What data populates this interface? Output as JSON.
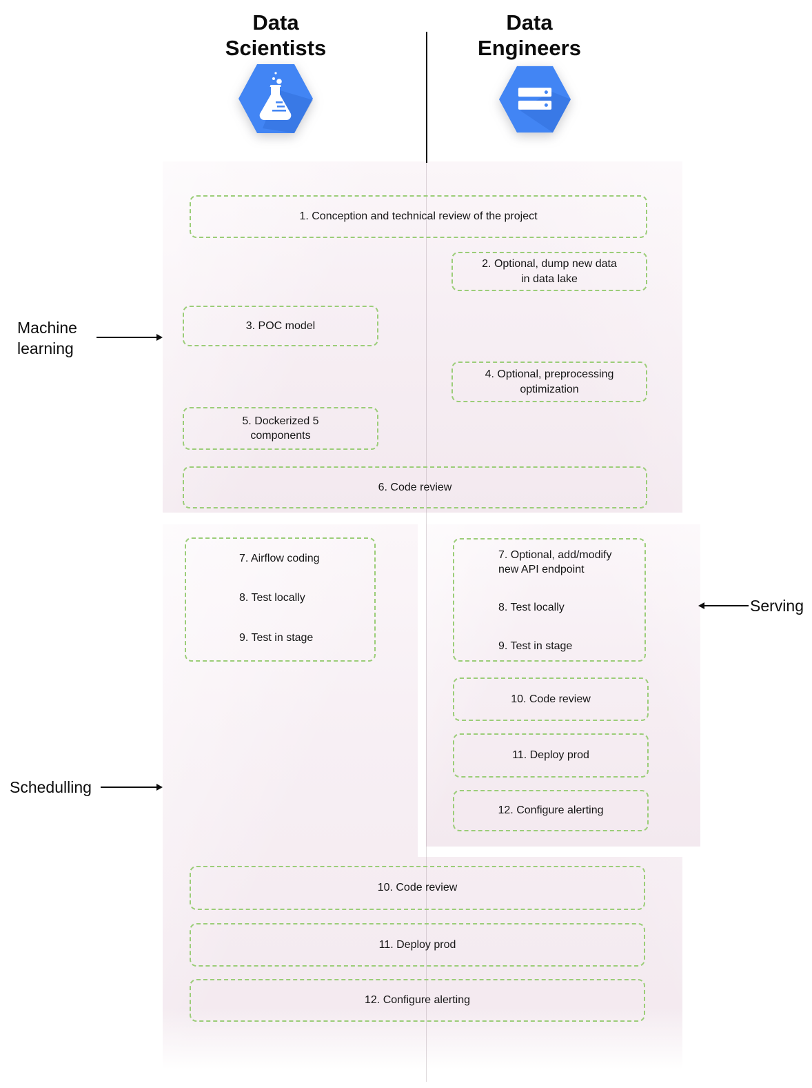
{
  "columns": {
    "left": {
      "title_line1": "Data",
      "title_line2": "Scientists",
      "icon": "flask-hexagon-icon"
    },
    "right": {
      "title_line1": "Data",
      "title_line2": "Engineers",
      "icon": "servers-hexagon-icon"
    }
  },
  "labels": {
    "machine_learning": {
      "line1": "Machine",
      "line2": "learning"
    },
    "serving": {
      "text": "Serving"
    },
    "schedulling": {
      "text": "Schedulling"
    }
  },
  "phases": {
    "machine_learning": {
      "step1": "1. Conception and technical review of the project",
      "step2_line1": "2. Optional, dump new data",
      "step2_line2": "in data lake",
      "step3": "3. POC model",
      "step4_line1": "4. Optional, preprocessing",
      "step4_line2": "optimization",
      "step5_line1": "5. Dockerized 5",
      "step5_line2": "components",
      "step6": "6. Code review"
    },
    "schedulling": {
      "step7": "7. Airflow coding",
      "step8": "8. Test locally",
      "step9": "9. Test in stage",
      "step10": "10. Code review",
      "step11": "11. Deploy prod",
      "step12": "12. Configure alerting"
    },
    "serving": {
      "step7_line1": "7. Optional, add/modify",
      "step7_line2": "new API endpoint",
      "step8": "8. Test locally",
      "step9": "9. Test in stage",
      "step10": "10. Code review",
      "step11": "11. Deploy prod",
      "step12": "12. Configure alerting"
    }
  },
  "colors": {
    "hexagon_blue": "#4285f4",
    "hexagon_fold_shadow": "#2f66c4",
    "dashed_border_green": "#9bcd78",
    "panel_pink": "#f6edf2",
    "divider_black": "#0a0a0a"
  }
}
